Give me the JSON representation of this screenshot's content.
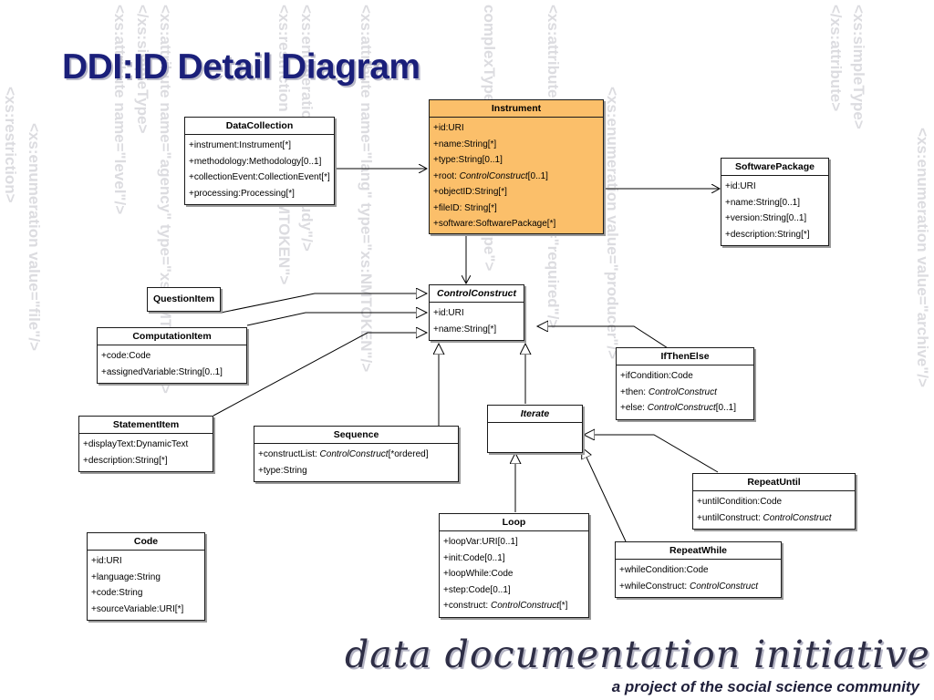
{
  "title": "DDI:ID Detail Diagram",
  "background_xml": [
    "<xs:restriction>",
    "<xs:enumeration value=\"file\"/>",
    "<xs:attribute name=\"level\"/>",
    "</xs:simpleType>",
    "<xs:attribute name=\"agency\" type=\"xs:NMTOKEN\"/>",
    "<xs:restriction base=\"xs:NMTOKEN\">",
    "<xs:enumeration value=\"study\"/>",
    "<xs:attribute name=\"lang\" type=\"xs:NMTOKEN\"/>",
    "complexType name=\"ExtLinkType\">",
    "<xs:attribute name=\"type\" use=\"required\"/>",
    "<xs:enumeration value=\"producer\"/>",
    "</xs:attribute>",
    "<xs:simpleType>",
    "<xs:enumeration value=\"archive\"/>"
  ],
  "classes": {
    "datacollection": {
      "name": "DataCollection",
      "attrs": [
        "+instrument:Instrument[*]",
        "+methodology:Methodology[0..1]",
        "+collectionEvent:CollectionEvent[*]",
        "+processing:Processing[*]"
      ]
    },
    "instrument": {
      "name": "Instrument",
      "attrs": [
        "+id:URI",
        "+name:String[*]",
        "+type:String[0..1]"
      ],
      "root_pre": "+root: ",
      "root_type": "ControlConstruct",
      "root_post": "[0..1]",
      "attrs2": [
        "+objectID:String[*]",
        "+fileID: String[*]",
        "+software:SoftwarePackage[*]"
      ]
    },
    "softwarepackage": {
      "name": "SoftwarePackage",
      "attrs": [
        "+id:URI",
        "+name:String[0..1]",
        "+version:String[0..1]",
        "+description:String[*]"
      ]
    },
    "questionitem": {
      "name": "QuestionItem"
    },
    "controlconstruct": {
      "name": "ControlConstruct",
      "attrs": [
        "+id:URI",
        "+name:String[*]"
      ]
    },
    "computationitem": {
      "name": "ComputationItem",
      "attrs": [
        "+code:Code",
        "+assignedVariable:String[0..1]"
      ]
    },
    "ifthenelse": {
      "name": "IfThenElse",
      "a1": "+ifCondition:Code",
      "a2_pre": "+then: ",
      "a2_type": "ControlConstruct",
      "a3_pre": "+else: ",
      "a3_type": "ControlConstruct",
      "a3_post": "[0..1]"
    },
    "statementitem": {
      "name": "StatementItem",
      "attrs": [
        "+displayText:DynamicText",
        "+description:String[*]"
      ]
    },
    "sequence": {
      "name": "Sequence",
      "a1_pre": "+constructList: ",
      "a1_type": "ControlConstruct",
      "a1_post": "[*ordered]",
      "a2": "+type:String"
    },
    "iterate": {
      "name": "Iterate"
    },
    "repeatuntil": {
      "name": "RepeatUntil",
      "a1": "+untilCondition:Code",
      "a2_pre": "+untilConstruct: ",
      "a2_type": "ControlConstruct"
    },
    "code": {
      "name": "Code",
      "attrs": [
        "+id:URI",
        "+language:String",
        "+code:String",
        "+sourceVariable:URI[*]"
      ]
    },
    "loop": {
      "name": "Loop",
      "attrs": [
        "+loopVar:URI[0..1]",
        "+init:Code[0..1]",
        "+loopWhile:Code",
        "+step:Code[0..1]"
      ],
      "a5_pre": "+construct: ",
      "a5_type": "ControlConstruct",
      "a5_post": "[*]"
    },
    "repeatwhile": {
      "name": "RepeatWhile",
      "a1": "+whileCondition:Code",
      "a2_pre": "+whileConstruct: ",
      "a2_type": "ControlConstruct"
    }
  },
  "footer": {
    "logo": "data documentation initiative",
    "subtitle": "a project of the social science community"
  },
  "colors": {
    "title": "#1a1f7a",
    "instrument_fill": "#fbbf6a",
    "watermark": "#dcdce0"
  }
}
